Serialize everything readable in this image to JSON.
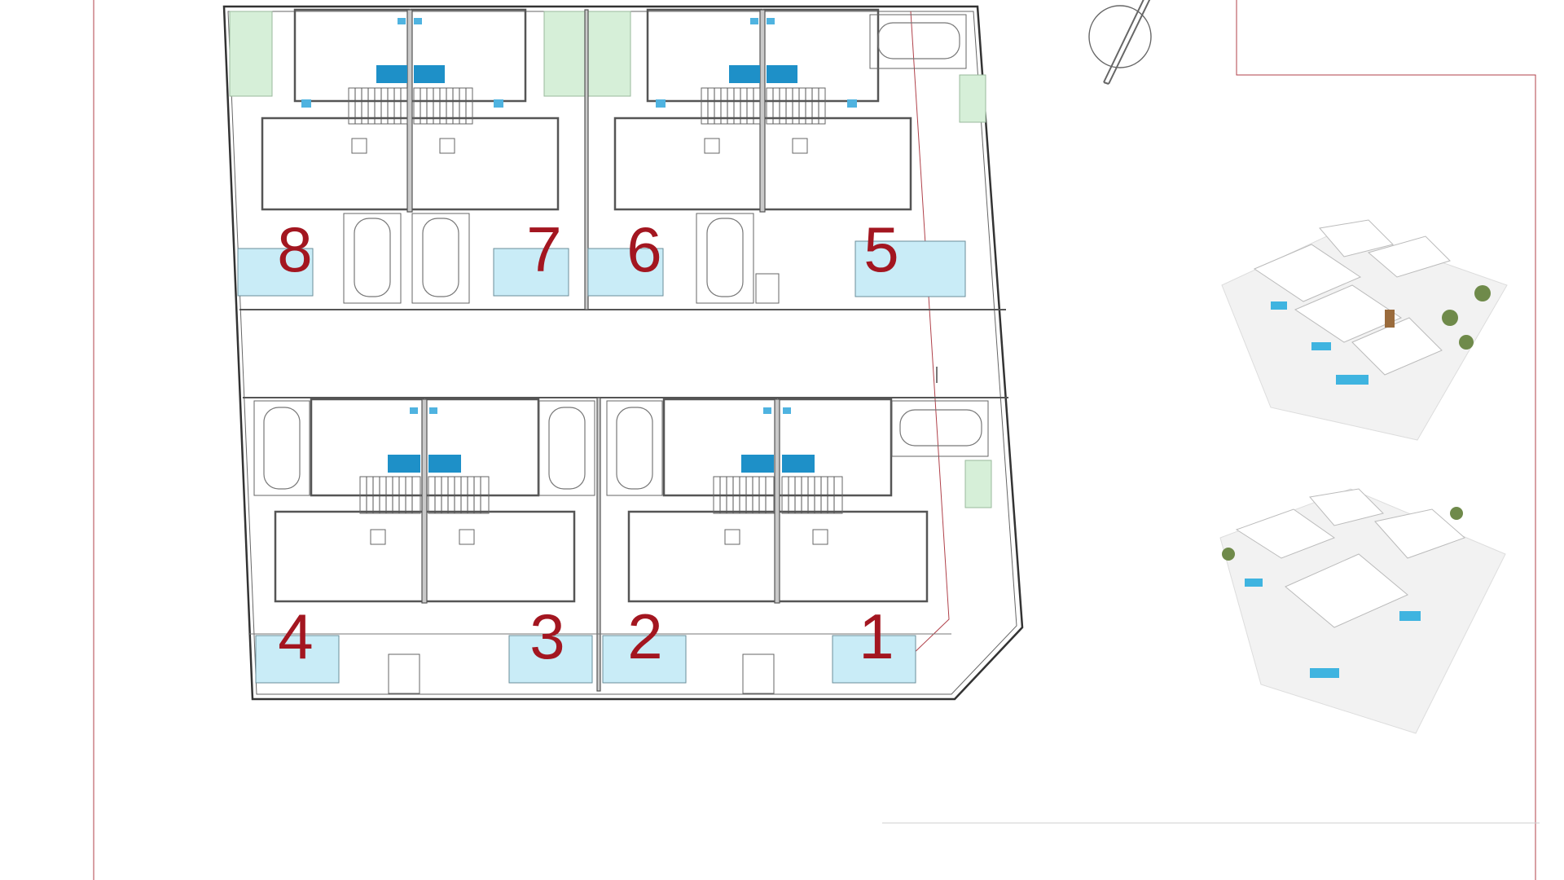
{
  "units": [
    "1",
    "2",
    "3",
    "4",
    "5",
    "6",
    "7",
    "8"
  ],
  "icons": {
    "north_arrow": "north-arrow-icon",
    "render_top": "aerial-render-image",
    "render_bottom": "aerial-render-image"
  },
  "colors": {
    "unit_number": "#a31620",
    "pool": "#c9ecf7",
    "garden": "#d6efd8",
    "bathroom": "#1e90c8",
    "frame_line": "#b0414a"
  }
}
